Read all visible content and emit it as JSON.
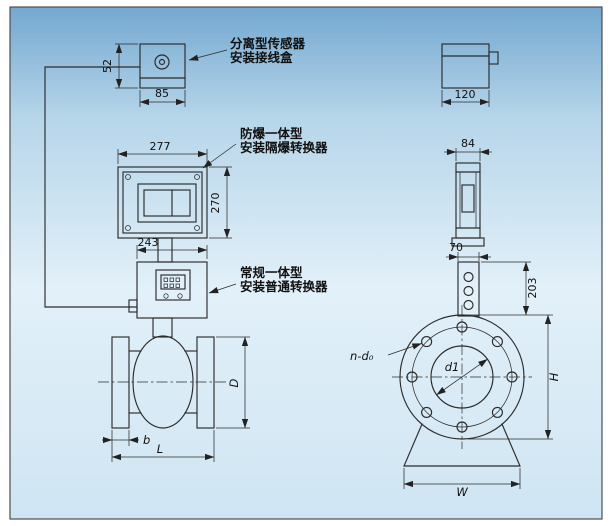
{
  "panel": {
    "border_color": "#4d4d4d",
    "bg_top": "#74a8d0",
    "bg_upper": "#b7d6ea",
    "bg_mid": "#e2f0f9",
    "bg_bottom": "#cfe5f3",
    "line_color": "#2b2b2b"
  },
  "annotations": {
    "junction_box": {
      "line1": "分离型传感器",
      "line2": "安装接线盒"
    },
    "explosion_proof": {
      "line1": "防爆一体型",
      "line2": "安装隔爆转换器"
    },
    "standard": {
      "line1": "常规一体型",
      "line2": "安装普通转换器"
    }
  },
  "dimensions": {
    "junction_box_height": "52",
    "junction_box_width": "85",
    "exproof_converter_width": "277",
    "exproof_converter_height": "270",
    "standard_converter_width": "243",
    "flange_outer_diameter": "D",
    "flange_thickness": "b",
    "sensor_length": "L",
    "side_junction_box_width": "120",
    "side_converter_width": "84",
    "side_neck_width": "70",
    "converter_mount_height": "203",
    "bolt_holes": "n-d₀",
    "bolt_circle_diameter": "d1",
    "sensor_height": "H",
    "base_width": "W"
  }
}
